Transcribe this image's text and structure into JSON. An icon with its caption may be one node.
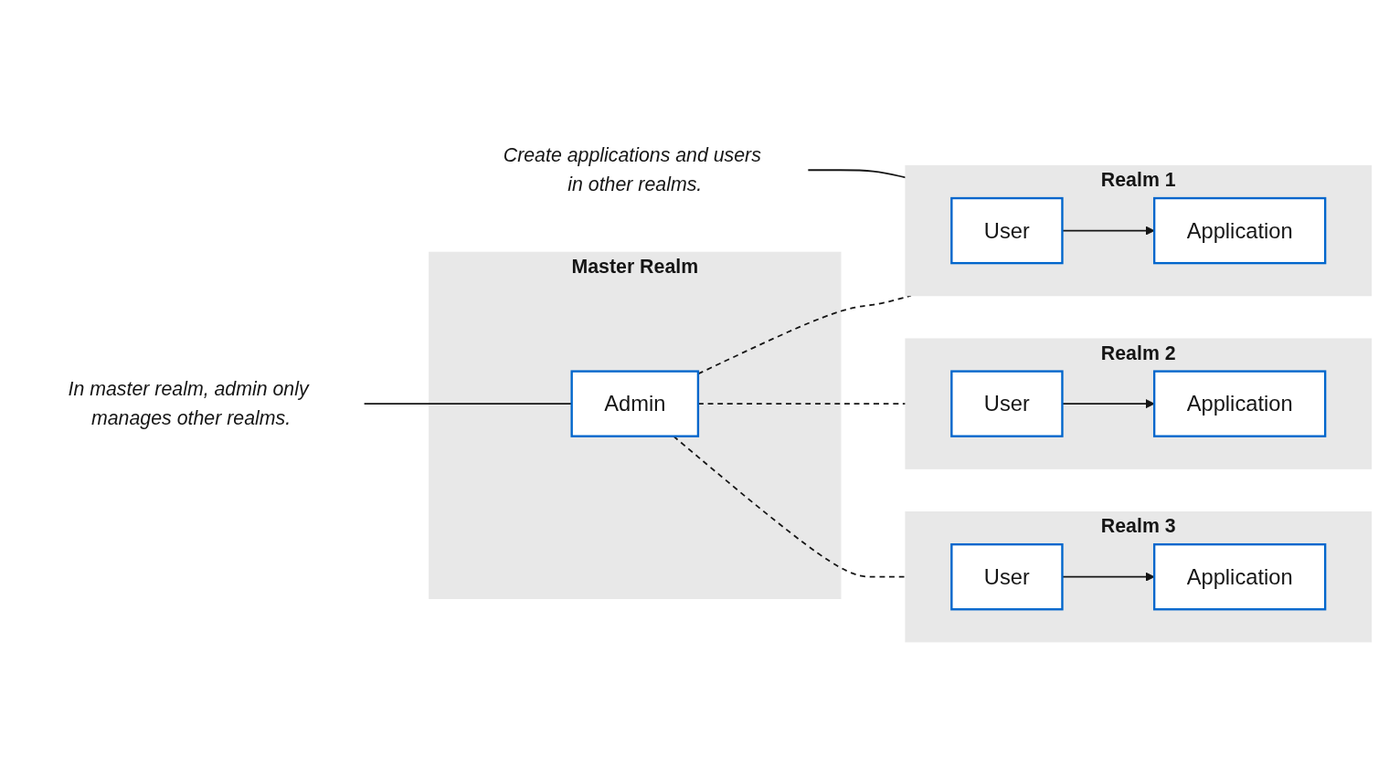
{
  "diagram": {
    "nodes": [
      {
        "text": [
          "Master Realm"
        ]
      },
      {
        "text": [
          "Admin"
        ],
        "in": 0
      },
      {
        "text": [
          "In master realm, admin only manages other realms."
        ]
      },
      {
        "text": [
          "Create applications and users in other realms."
        ]
      },
      {
        "text": [
          "Realm 1"
        ]
      },
      {
        "text": [
          "User"
        ],
        "in": 4
      },
      {
        "text": [
          "Application"
        ],
        "in": 4
      },
      {
        "text": [
          "Realm 2"
        ]
      },
      {
        "text": [
          "User"
        ],
        "in": 7
      },
      {
        "text": [
          "Application"
        ],
        "in": 7
      },
      {
        "text": [
          "Realm 3"
        ]
      },
      {
        "text": [
          "User"
        ],
        "in": 10
      },
      {
        "text": [
          "Application"
        ],
        "in": 10
      }
    ],
    "edges": [
      {
        "from": 2,
        "to": 1,
        "arrow": "none"
      },
      {
        "from": 3,
        "to": 4,
        "arrow": "none"
      },
      {
        "from": 1,
        "to": 4,
        "arrow": "none",
        "style": "dashed"
      },
      {
        "from": 1,
        "to": 7,
        "arrow": "none",
        "style": "dashed"
      },
      {
        "from": 1,
        "to": 10,
        "arrow": "none",
        "style": "dashed"
      },
      {
        "from": 5,
        "to": 6,
        "arrow": "to"
      },
      {
        "from": 8,
        "to": 9,
        "arrow": "to"
      },
      {
        "from": 11,
        "to": 12,
        "arrow": "to"
      }
    ]
  }
}
